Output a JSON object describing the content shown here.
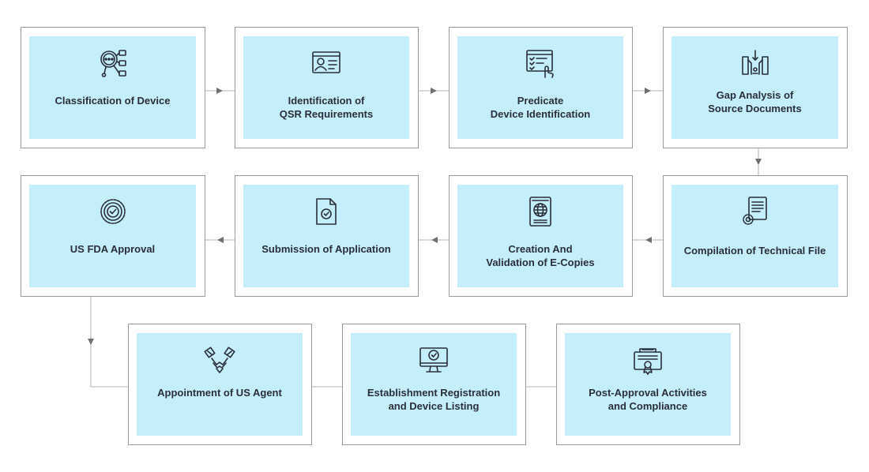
{
  "steps": [
    {
      "id": "s1",
      "label": "Classification of Device",
      "icon": "search-analysis-icon"
    },
    {
      "id": "s2",
      "label": "Identification of\nQSR Requirements",
      "icon": "id-card-icon"
    },
    {
      "id": "s3",
      "label": "Predicate\nDevice Identification",
      "icon": "checklist-click-icon"
    },
    {
      "id": "s4",
      "label": "Gap Analysis of\nSource Documents",
      "icon": "gap-analysis-icon"
    },
    {
      "id": "s5",
      "label": "Compilation of Technical File",
      "icon": "document-gear-icon"
    },
    {
      "id": "s6",
      "label": "Creation And\nValidation of E-Copies",
      "icon": "globe-document-icon"
    },
    {
      "id": "s7",
      "label": "Submission of Application",
      "icon": "file-check-icon"
    },
    {
      "id": "s8",
      "label": "US FDA Approval",
      "icon": "approval-badge-icon"
    },
    {
      "id": "s9",
      "label": "Appointment of US Agent",
      "icon": "handshake-icon"
    },
    {
      "id": "s10",
      "label": "Establishment Registration\nand Device Listing",
      "icon": "monitor-check-icon"
    },
    {
      "id": "s11",
      "label": "Post-Approval Activities\nand Compliance",
      "icon": "certificate-icon"
    }
  ],
  "colors": {
    "box_fill": "#c4eefa",
    "border": "#9a9a9a",
    "connector": "#b5b5b5",
    "arrow": "#6f6f6f",
    "icon": "#2a2f39"
  }
}
